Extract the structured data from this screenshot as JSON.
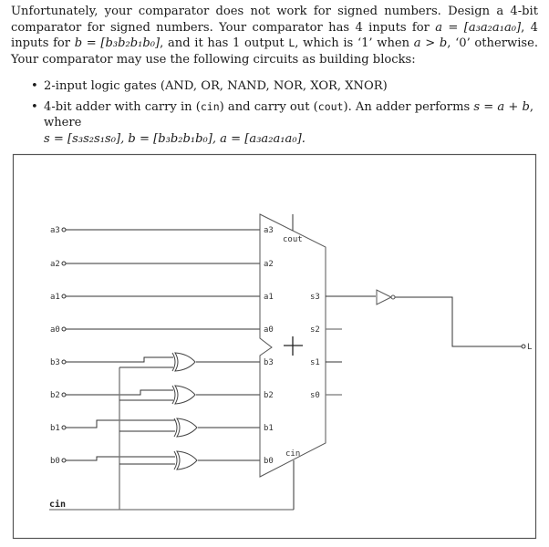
{
  "problem": {
    "intro": {
      "s1": "Unfortunately, your comparator does not work for signed numbers. Design a 4-bit comparator for signed numbers. Your comparator has 4 inputs for ",
      "a_eq": "a = [a₃a₂a₁a₀]",
      "s2": ", 4 inputs for ",
      "b_eq": "b = [b₃b₂b₁b₀]",
      "s3": ", and it has 1 output ",
      "out_name": "L",
      "s4": ", which is ‘1’ when ",
      "cond": "a > b",
      "s5": ", ‘0’ otherwise. Your comparator may use the following circuits as building blocks:"
    },
    "building_blocks": [
      {
        "text": "2-input logic gates (AND, OR, NAND, NOR, XOR, XNOR)"
      },
      {
        "t1": "4-bit adder with carry in (",
        "cin": "cin",
        "t2": ") and carry out (",
        "cout": "cout",
        "t3": "). An adder performs ",
        "eq": "s = a + b",
        "t4": ", where ",
        "defs": "s = [s₃s₂s₁s₀], b = [b₃b₂b₁b₀], a = [a₃a₂a₁a₀]."
      }
    ]
  },
  "circuit": {
    "inputs": [
      "a3",
      "a2",
      "a1",
      "a0",
      "b3",
      "b2",
      "b1",
      "b0"
    ],
    "carry_in_label": "cin",
    "adder": {
      "a_ports": [
        "a3",
        "a2",
        "a1",
        "a0"
      ],
      "b_ports": [
        "b3",
        "b2",
        "b1",
        "b0"
      ],
      "s_ports": [
        "s3",
        "s2",
        "s1",
        "s0"
      ],
      "cout_label": "cout",
      "cin_label": "cin"
    },
    "gates": [
      "XOR",
      "XOR",
      "XOR",
      "XOR",
      "NOT"
    ],
    "output_label": "L"
  }
}
